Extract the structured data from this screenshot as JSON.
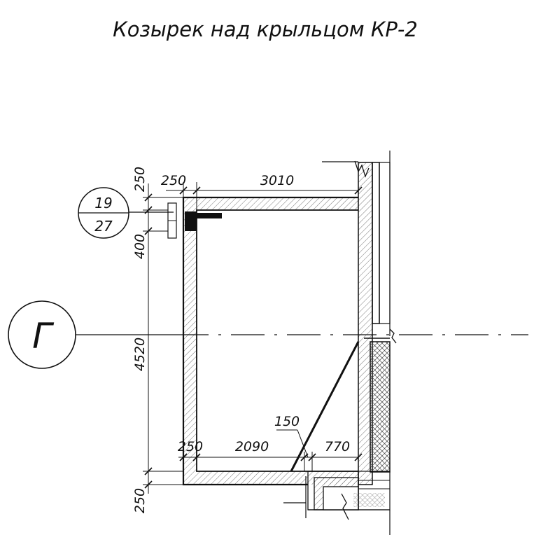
{
  "title": "Козырек над крыльцом КР-2",
  "callout": {
    "top": "19",
    "bottom": "27"
  },
  "axis_label": "Г",
  "dimensions": {
    "top_left": "250",
    "top_span": "3010",
    "left_top": "250",
    "left_400": "400",
    "left_4520": "4520",
    "left_bottom": "250",
    "bottom_left": "250",
    "bottom_mid": "2090",
    "bottom_right": "770",
    "leader_150": "150"
  },
  "colors": {
    "line": "#111111",
    "hatch": "#555555",
    "background": "#ffffff"
  }
}
